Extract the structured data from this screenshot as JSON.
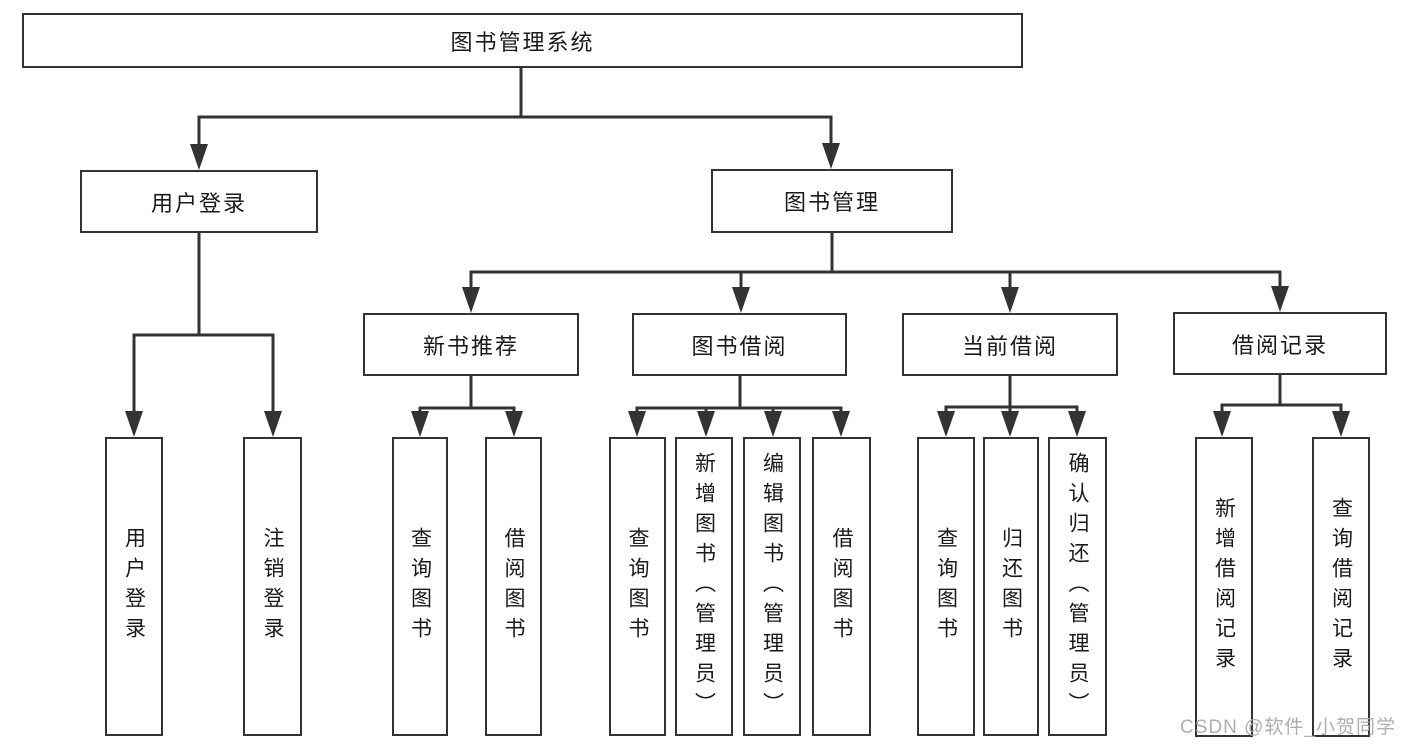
{
  "tree": {
    "root": {
      "label": "图书管理系统"
    },
    "children": [
      {
        "label": "用户登录",
        "children": [
          {
            "label": "用户登录"
          },
          {
            "label": "注销登录"
          }
        ]
      },
      {
        "label": "图书管理",
        "children": [
          {
            "label": "新书推荐",
            "children": [
              {
                "label": "查询图书"
              },
              {
                "label": "借阅图书"
              }
            ]
          },
          {
            "label": "图书借阅",
            "children": [
              {
                "label": "查询图书"
              },
              {
                "label": "新增图书（管理员）"
              },
              {
                "label": "编辑图书（管理员）"
              },
              {
                "label": "借阅图书"
              }
            ]
          },
          {
            "label": "当前借阅",
            "children": [
              {
                "label": "查询图书"
              },
              {
                "label": "归还图书"
              },
              {
                "label": "确认归还（管理员）"
              }
            ]
          },
          {
            "label": "借阅记录",
            "children": [
              {
                "label": "新增借阅记录"
              },
              {
                "label": "查询借阅记录"
              }
            ]
          }
        ]
      }
    ]
  },
  "watermark": {
    "text": "CSDN @软件_小贺同学"
  },
  "colors": {
    "line": "#333333",
    "text": "#1a1a1a",
    "background": "#ffffff",
    "watermark": "#aaaaaa"
  }
}
